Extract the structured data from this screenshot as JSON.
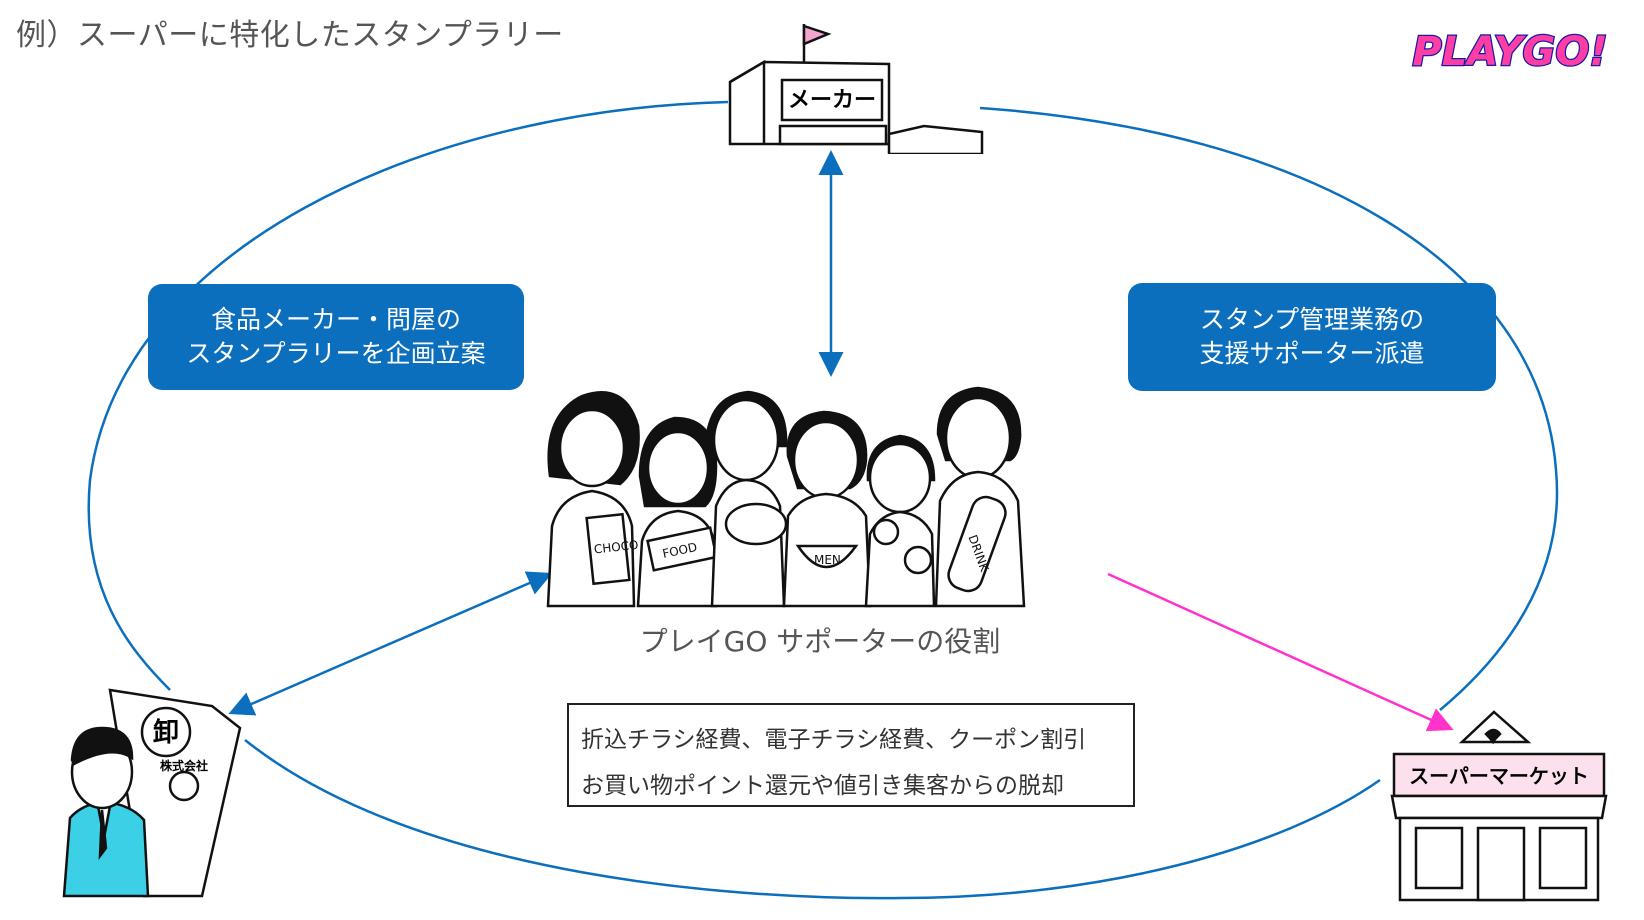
{
  "header": {
    "title": "例）スーパーに特化したスタンプラリー",
    "logo_text": "PLAYGO!"
  },
  "nodes": {
    "maker_sign": "メーカー",
    "wholesaler_sign": "卸",
    "wholesaler_sub": "株式会社",
    "supermarket_sign": "スーパーマーケット"
  },
  "roles": {
    "left_line1": "食品メーカー・問屋の",
    "left_line2": "スタンプラリーを企画立案",
    "right_line1": "スタンプ管理業務の",
    "right_line2": "支援サポーター派遣"
  },
  "center": {
    "caption": "プレイGO サポーターの役割",
    "labels": [
      "CHOCO",
      "FOOD",
      "MEN",
      "DRINK"
    ]
  },
  "note": {
    "line1": "折込チラシ経費、電子チラシ経費、クーポン割引",
    "line2": "お買い物ポイント還元や値引き集客からの脱却"
  },
  "colors": {
    "ellipse": "#0b6fbd",
    "arrow_blue": "#0b6fbd",
    "arrow_pink": "#ff33cc",
    "box_fill": "#0b6fbd",
    "logo_fill": "#ff3ea5",
    "logo_outline": "#1a1aa8",
    "suit_color": "#3bd0e6"
  }
}
